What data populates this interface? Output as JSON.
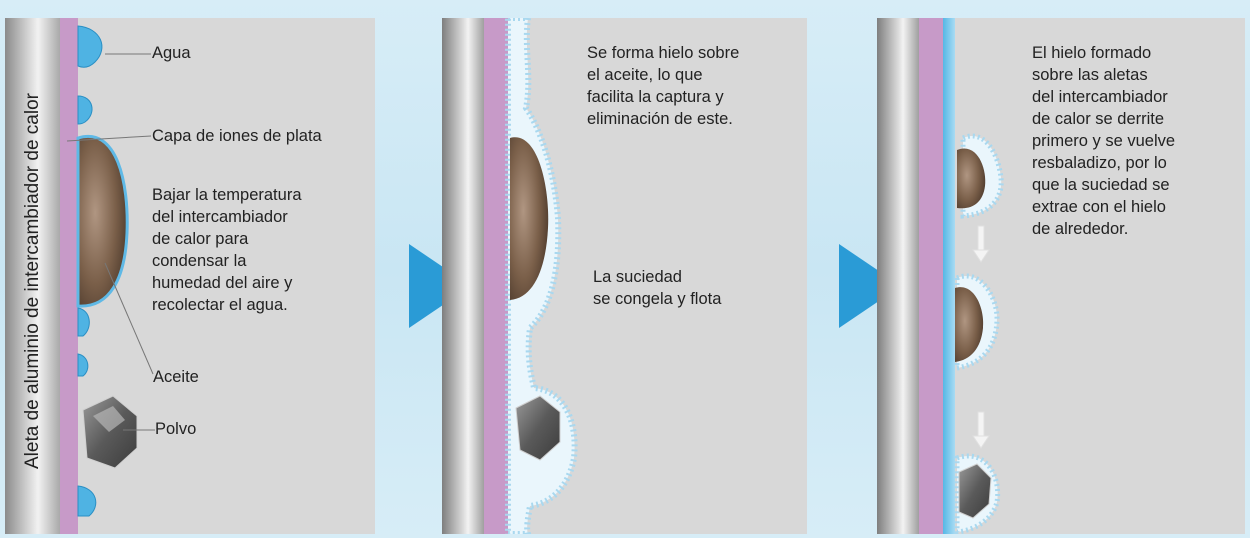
{
  "panel1": {
    "vertical_label": "Aleta de aluminio de intercambiador de calor",
    "callouts": {
      "water": "Agua",
      "silver_ion": "Capa de iones de plata",
      "description_lines": [
        "Bajar la temperatura",
        "del intercambiador",
        "de calor para",
        "condensar la",
        "humedad del aire y",
        "recolectar el agua."
      ],
      "oil": "Aceite",
      "dust": "Polvo"
    }
  },
  "panel2": {
    "top_text_lines": [
      "Se forma hielo sobre",
      "el aceite, lo que",
      "facilita la captura y",
      "eliminación de este."
    ],
    "mid_text_lines": [
      "La suciedad",
      "se congela y flota"
    ]
  },
  "panel3": {
    "text_lines": [
      "El hielo formado",
      "sobre las aletas",
      "del intercambiador",
      "de calor se derrite",
      "primero y se vuelve",
      "resbaladizo, por lo",
      "que la suciedad se",
      "extrae con el hielo",
      "de alrededor."
    ]
  },
  "colors": {
    "arrow": "#2a9bd6",
    "silver_ion_layer": "#c79ac8",
    "water": "#4fb3e3",
    "ice": "#a9d8ef",
    "oil": "#7a5f49",
    "panel_bg": "#d8d8d8"
  }
}
